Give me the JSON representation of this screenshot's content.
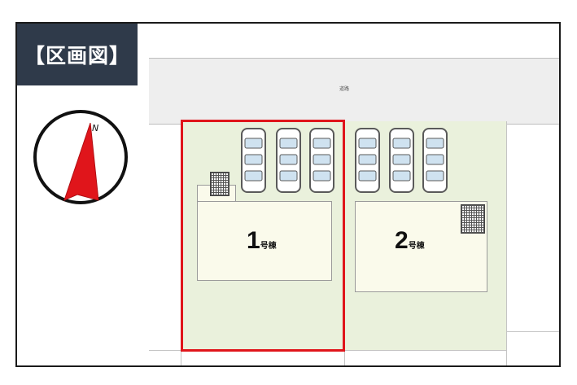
{
  "title": "【区画図】",
  "road": {
    "label": "道路"
  },
  "compass": {
    "north_label": "N",
    "needle_color": "#e0151b"
  },
  "lots": [
    {
      "id": 1,
      "number": "1",
      "suffix": "号棟",
      "selected": true,
      "parking_spaces": 3
    },
    {
      "id": 2,
      "number": "2",
      "suffix": "号棟",
      "selected": false,
      "parking_spaces": 3
    }
  ],
  "colors": {
    "selection": "#e0151b",
    "lot_fill": "#eaf1dc",
    "house_fill": "#fafaeb",
    "road_fill": "#eeeeee",
    "title_bg": "#2f3a4a"
  }
}
